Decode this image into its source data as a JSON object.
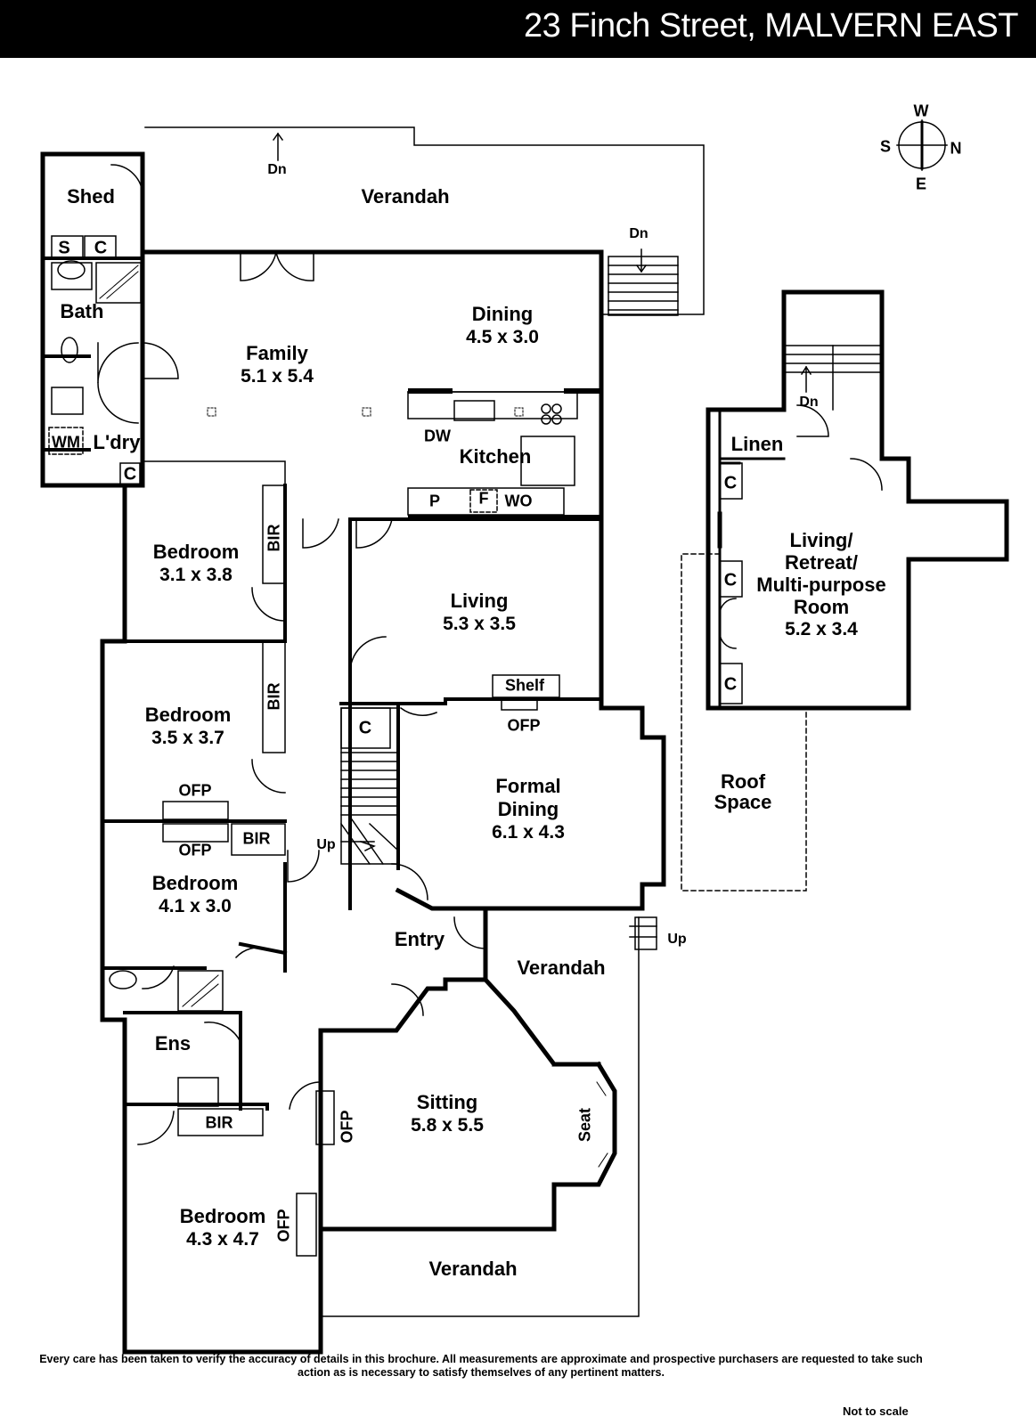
{
  "header": {
    "title": "23 Finch Street, MALVERN EAST"
  },
  "compass": {
    "w": "W",
    "s": "S",
    "n": "N",
    "e": "E"
  },
  "rooms": [
    {
      "id": "verandah-top",
      "name": "Verandah",
      "dims": ""
    },
    {
      "id": "shed",
      "name": "Shed",
      "dims": ""
    },
    {
      "id": "bath",
      "name": "Bath",
      "dims": ""
    },
    {
      "id": "laundry",
      "name": "L'dry",
      "dims": ""
    },
    {
      "id": "family",
      "name": "Family",
      "dims": "5.1 x 5.4"
    },
    {
      "id": "dining",
      "name": "Dining",
      "dims": "4.5 x 3.0"
    },
    {
      "id": "kitchen",
      "name": "Kitchen",
      "dims": ""
    },
    {
      "id": "bedroom-1",
      "name": "Bedroom",
      "dims": "3.1 x 3.8"
    },
    {
      "id": "living",
      "name": "Living",
      "dims": "5.3 x 3.5"
    },
    {
      "id": "bedroom-2",
      "name": "Bedroom",
      "dims": "3.5 x 3.7"
    },
    {
      "id": "formal-dining",
      "name": "Formal\nDining",
      "dims": "6.1 x 4.3"
    },
    {
      "id": "bedroom-3",
      "name": "Bedroom",
      "dims": "4.1 x 3.0"
    },
    {
      "id": "entry",
      "name": "Entry",
      "dims": ""
    },
    {
      "id": "verandah-mid",
      "name": "Verandah",
      "dims": ""
    },
    {
      "id": "ensuite",
      "name": "Ens",
      "dims": ""
    },
    {
      "id": "sitting",
      "name": "Sitting",
      "dims": "5.8 x 5.5"
    },
    {
      "id": "bedroom-4",
      "name": "Bedroom",
      "dims": "4.3 x 4.7"
    },
    {
      "id": "verandah-bottom",
      "name": "Verandah",
      "dims": ""
    },
    {
      "id": "linen",
      "name": "Linen",
      "dims": ""
    },
    {
      "id": "retreat",
      "name": "Living/\nRetreat/\nMulti-purpose\nRoom",
      "dims": "5.2 x 3.4"
    },
    {
      "id": "roof-space",
      "name": "Roof\nSpace",
      "dims": ""
    }
  ],
  "fixtures": {
    "shelf": "Shelf",
    "ofp": "OFP",
    "bir": "BIR",
    "cupboard": "C",
    "shower": "S",
    "dishwasher": "DW",
    "pantry": "P",
    "fridge": "F",
    "wall_oven": "WO",
    "washing_machine": "WM",
    "seat": "Seat"
  },
  "stairs": {
    "down": "Dn",
    "up": "Up"
  },
  "footer": {
    "disclaimer": "Every care has been taken to verify the accuracy of details in this brochure.  All measurements are approximate and prospective purchasers are requested to take such action as is necessary to satisfy themselves of any pertinent matters.",
    "note": "Not to scale"
  }
}
